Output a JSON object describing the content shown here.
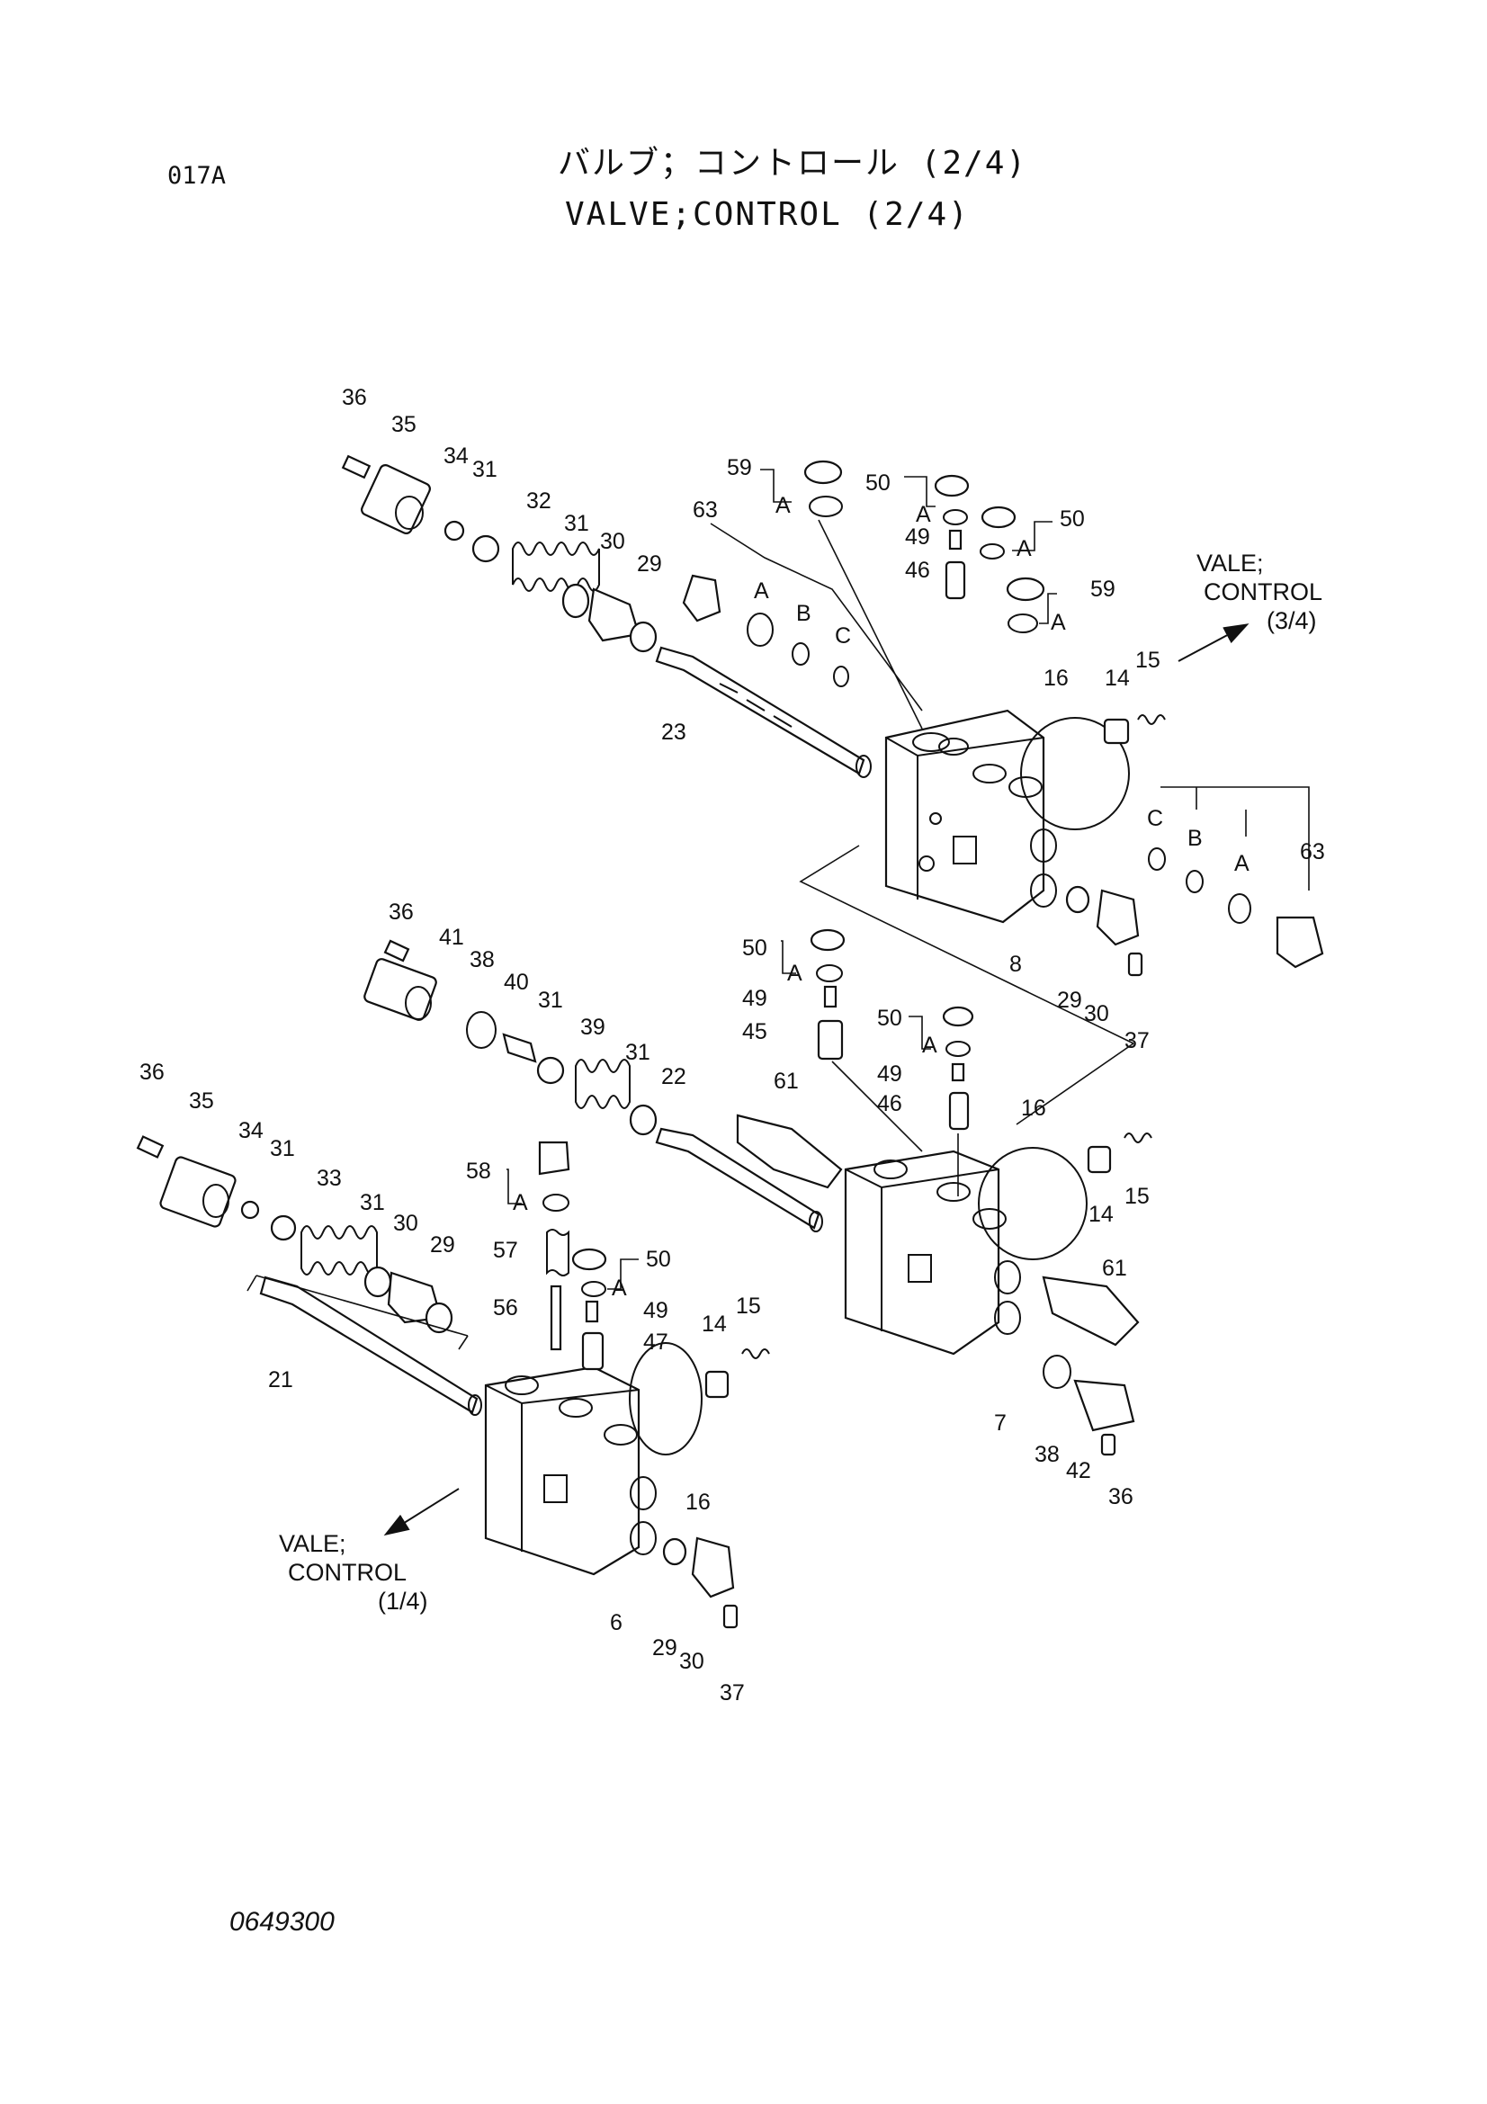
{
  "header": {
    "page_code": "017A",
    "title_jp": "バルブ；コントロール (2/4)",
    "title_en": "VALVE;CONTROL (2/4)"
  },
  "footer": {
    "drawing_number": "0649300"
  },
  "references": {
    "top": [
      "VALE;",
      "CONTROL",
      "(3/4)"
    ],
    "bottom": [
      "VALE;",
      "CONTROL",
      "(1/4)"
    ]
  },
  "callouts": {
    "a": "A",
    "b": "B",
    "c": "C",
    "n6": "6",
    "n7": "7",
    "n8": "8",
    "n14": "14",
    "n15": "15",
    "n16": "16",
    "n21": "21",
    "n22": "22",
    "n23": "23",
    "n29": "29",
    "n30": "30",
    "n31": "31",
    "n32": "32",
    "n33": "33",
    "n34": "34",
    "n35": "35",
    "n36": "36",
    "n37": "37",
    "n38": "38",
    "n39": "39",
    "n40": "40",
    "n41": "41",
    "n42": "42",
    "n45": "45",
    "n46": "46",
    "n47": "47",
    "n49": "49",
    "n50": "50",
    "n56": "56",
    "n57": "57",
    "n58": "58",
    "n59": "59",
    "n61": "61",
    "n63": "63"
  }
}
